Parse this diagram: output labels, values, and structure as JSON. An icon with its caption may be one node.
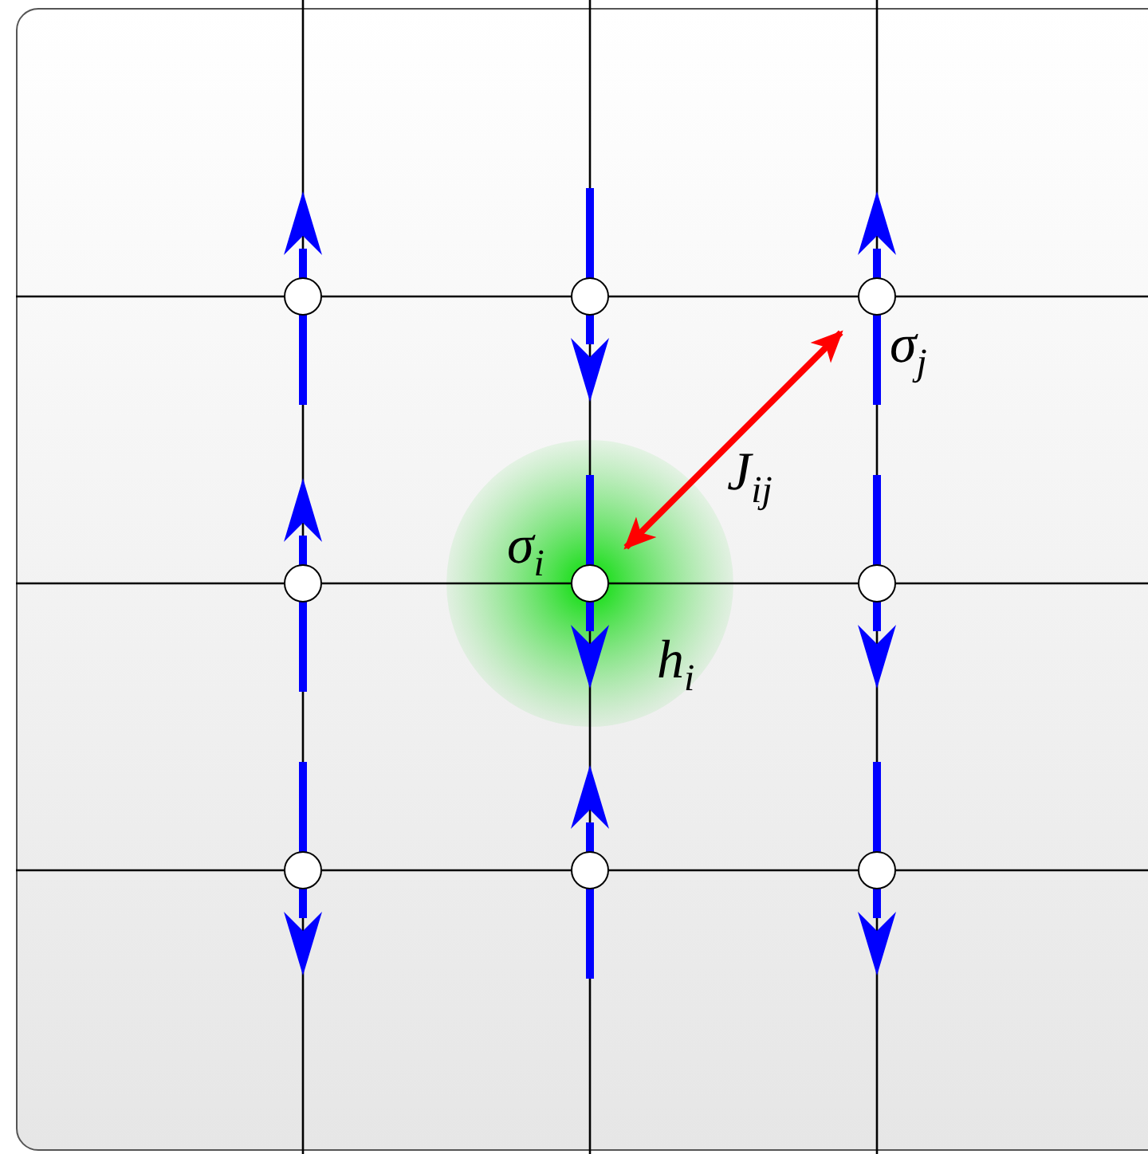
{
  "diagram": {
    "nodes": [
      {
        "text": [],
        "shape": "circle"
      },
      {
        "text": [],
        "shape": "circle"
      },
      {
        "text": [],
        "shape": "circle",
        "beside": [
          "σ$_{j}$"
        ]
      },
      {
        "text": [],
        "shape": "circle"
      },
      {
        "text": [],
        "shape": "circle",
        "beside": [
          "σ$_{i}$",
          "h$_{i}$"
        ]
      },
      {
        "text": [],
        "shape": "circle"
      },
      {
        "text": [],
        "shape": "circle"
      },
      {
        "text": [],
        "shape": "circle"
      },
      {
        "text": [],
        "shape": "circle"
      }
    ],
    "edges": [
      {
        "from": 0,
        "to": 1,
        "arrow": "none"
      },
      {
        "from": 1,
        "to": 2,
        "arrow": "none"
      },
      {
        "from": 3,
        "to": 4,
        "arrow": "none"
      },
      {
        "from": 4,
        "to": 5,
        "arrow": "none"
      },
      {
        "from": 6,
        "to": 7,
        "arrow": "none"
      },
      {
        "from": 7,
        "to": 8,
        "arrow": "none"
      },
      {
        "from": 0,
        "to": 3,
        "arrow": "none"
      },
      {
        "from": 3,
        "to": 6,
        "arrow": "none"
      },
      {
        "from": 1,
        "to": 4,
        "arrow": "none"
      },
      {
        "from": 4,
        "to": 7,
        "arrow": "none"
      },
      {
        "from": 2,
        "to": 5,
        "arrow": "none"
      },
      {
        "from": 5,
        "to": 8,
        "arrow": "none"
      },
      {
        "from": 2,
        "to": 4,
        "arrow": "both",
        "label": "J$_{ij}$",
        "style": "thick",
        "color": "#ff0000"
      }
    ]
  }
}
